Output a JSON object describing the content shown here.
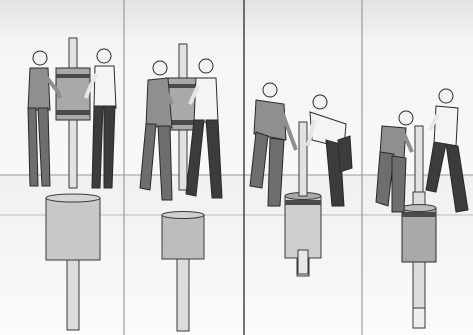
{
  "diagram": {
    "panel_count": 4,
    "panels": [
      {
        "step": 1,
        "figure_count": 2,
        "ram_position": "top-of-pipe"
      },
      {
        "step": 2,
        "figure_count": 2,
        "ram_position": "upper-pipe"
      },
      {
        "step": 3,
        "figure_count": 2,
        "ram_position": "at-ground"
      },
      {
        "step": 4,
        "figure_count": 2,
        "ram_position": "below-ground"
      }
    ],
    "colors": {
      "ground_band": "#efefef",
      "sky_band": "#f7f7f7",
      "outline": "#3a3a3a",
      "pipe_fill": "#d9d9d9",
      "ram_fill": "#bdbdbd",
      "divider": "#555555",
      "figure_fill": "#8f8f8f",
      "jeans_fill": "#3c3c3c"
    }
  }
}
